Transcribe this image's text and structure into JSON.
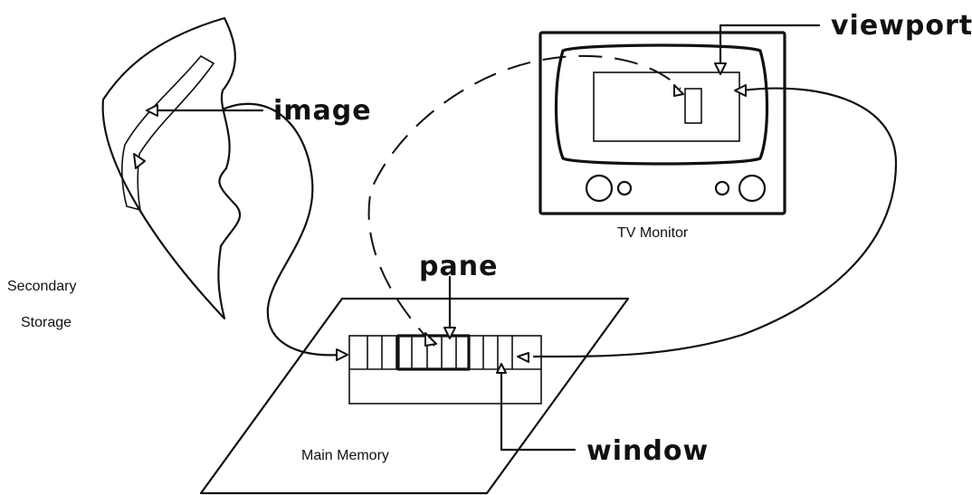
{
  "labels": {
    "viewport": "viewport",
    "image": "image",
    "pane": "pane",
    "window": "window",
    "tv_monitor": "TV Monitor",
    "secondary_storage_line1": "Secondary",
    "secondary_storage_line2": "Storage",
    "main_memory": "Main Memory"
  },
  "colors": {
    "ink": "#111111",
    "background": "#ffffff"
  }
}
